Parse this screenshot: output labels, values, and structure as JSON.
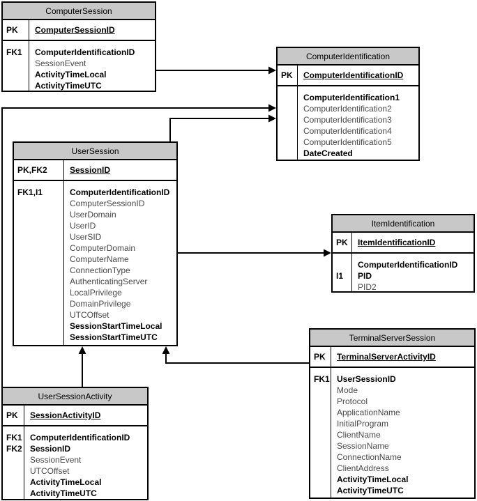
{
  "colors": {
    "table_header_fill": "#c8c8c8",
    "table_border": "#000000",
    "connector": "#000000",
    "background": "#ffffff",
    "optional_attribute_text": "#4a4a4a"
  },
  "tables": [
    {
      "name": "ComputerSession",
      "pk": {
        "key": "PK",
        "field": "ComputerSessionID"
      },
      "attrs": [
        {
          "key": "FK1",
          "name": "ComputerIdentificationID",
          "bold": true
        },
        {
          "key": "",
          "name": "SessionEvent",
          "bold": false
        },
        {
          "key": "",
          "name": "ActivityTimeLocal",
          "bold": true
        },
        {
          "key": "",
          "name": "ActivityTimeUTC",
          "bold": true
        }
      ]
    },
    {
      "name": "ComputerIdentification",
      "pk": {
        "key": "PK",
        "field": "ComputerIdentificationID"
      },
      "attrs": [
        {
          "key": "",
          "name": "ComputerIdentification1",
          "bold": true
        },
        {
          "key": "",
          "name": "ComputerIdentification2",
          "bold": false
        },
        {
          "key": "",
          "name": "ComputerIdentification3",
          "bold": false
        },
        {
          "key": "",
          "name": "ComputerIdentification4",
          "bold": false
        },
        {
          "key": "",
          "name": "ComputerIdentification5",
          "bold": false
        },
        {
          "key": "",
          "name": "DateCreated",
          "bold": true
        }
      ]
    },
    {
      "name": "UserSession",
      "pk": {
        "key": "PK,FK2",
        "field": "SessionID"
      },
      "attrs": [
        {
          "key": "FK1,I1",
          "name": "ComputerIdentificationID",
          "bold": true
        },
        {
          "key": "",
          "name": "ComputerSessionID",
          "bold": false
        },
        {
          "key": "",
          "name": "UserDomain",
          "bold": false
        },
        {
          "key": "",
          "name": "UserID",
          "bold": false
        },
        {
          "key": "",
          "name": "UserSID",
          "bold": false
        },
        {
          "key": "",
          "name": "ComputerDomain",
          "bold": false
        },
        {
          "key": "",
          "name": "ComputerName",
          "bold": false
        },
        {
          "key": "",
          "name": "ConnectionType",
          "bold": false
        },
        {
          "key": "",
          "name": "AuthenticatingServer",
          "bold": false
        },
        {
          "key": "",
          "name": "LocalPrivilege",
          "bold": false
        },
        {
          "key": "",
          "name": "DomainPrivilege",
          "bold": false
        },
        {
          "key": "",
          "name": "UTCOffset",
          "bold": false
        },
        {
          "key": "",
          "name": "SessionStartTimeLocal",
          "bold": true
        },
        {
          "key": "",
          "name": "SessionStartTimeUTC",
          "bold": true
        }
      ]
    },
    {
      "name": "ItemIdentification",
      "pk": {
        "key": "PK",
        "field": "ItemIdentificationID"
      },
      "attrs": [
        {
          "key": "",
          "name": "ComputerIdentificationID",
          "bold": true
        },
        {
          "key": "I1",
          "name": "PID",
          "bold": true
        },
        {
          "key": "",
          "name": "PID2",
          "bold": false
        }
      ]
    },
    {
      "name": "TerminalServerSession",
      "pk": {
        "key": "PK",
        "field": "TerminalServerActivityID"
      },
      "attrs": [
        {
          "key": "FK1",
          "name": "UserSessionID",
          "bold": true
        },
        {
          "key": "",
          "name": "Mode",
          "bold": false
        },
        {
          "key": "",
          "name": "Protocol",
          "bold": false
        },
        {
          "key": "",
          "name": "ApplicationName",
          "bold": false
        },
        {
          "key": "",
          "name": "InitialProgram",
          "bold": false
        },
        {
          "key": "",
          "name": "ClientName",
          "bold": false
        },
        {
          "key": "",
          "name": "SessionName",
          "bold": false
        },
        {
          "key": "",
          "name": "ConnectionName",
          "bold": false
        },
        {
          "key": "",
          "name": "ClientAddress",
          "bold": false
        },
        {
          "key": "",
          "name": "ActivityTimeLocal",
          "bold": true
        },
        {
          "key": "",
          "name": "ActivityTimeUTC",
          "bold": true
        }
      ]
    },
    {
      "name": "UserSessionActivity",
      "pk": {
        "key": "PK",
        "field": "SessionActivityID"
      },
      "attrs": [
        {
          "key": "FK1",
          "name": "ComputerIdentificationID",
          "bold": true
        },
        {
          "key": "FK2",
          "name": "SessionID",
          "bold": true
        },
        {
          "key": "",
          "name": "SessionEvent",
          "bold": false
        },
        {
          "key": "",
          "name": "UTCOffset",
          "bold": false
        },
        {
          "key": "",
          "name": "ActivityTimeLocal",
          "bold": true
        },
        {
          "key": "",
          "name": "ActivityTimeUTC",
          "bold": true
        }
      ]
    }
  ],
  "relationships": [
    {
      "from": "ComputerSession",
      "to": "ComputerIdentification"
    },
    {
      "from": "UserSessionActivity",
      "to": "ComputerIdentification"
    },
    {
      "from": "UserSession",
      "to": "ComputerIdentification"
    },
    {
      "from": "UserSession",
      "to": "ItemIdentification"
    },
    {
      "from": "UserSessionActivity",
      "to": "UserSession"
    },
    {
      "from": "TerminalServerSession",
      "to": "UserSession"
    }
  ]
}
